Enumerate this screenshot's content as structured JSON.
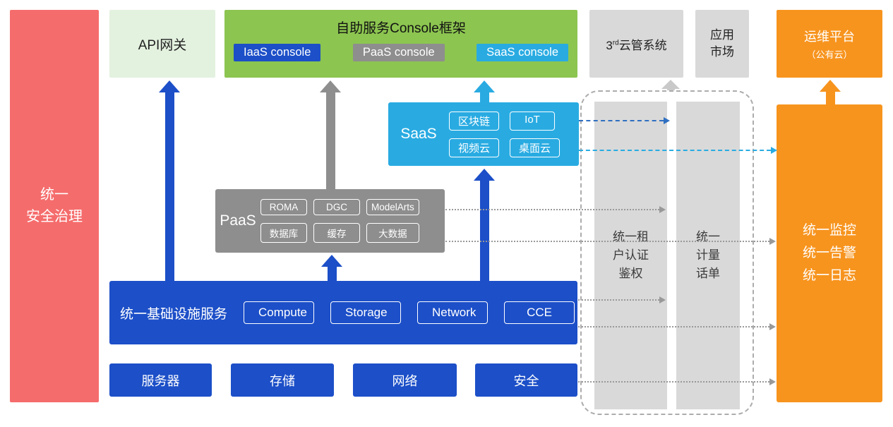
{
  "colors": {
    "red": "#F56C6C",
    "lightgreen": "#E3F1DF",
    "green": "#8CC550",
    "blue": "#1C4FC8",
    "cyan": "#29ABE2",
    "gray": "#8E8E8E",
    "lightgray": "#D9D9D9",
    "orange": "#F7941E",
    "linegray": "#999999"
  },
  "left_bar": {
    "lines": [
      "统一",
      "安全治理"
    ]
  },
  "top": {
    "api_gateway": {
      "label": "API网关"
    },
    "console_frame": {
      "title": "自助服务Console框架",
      "iaas": "IaaS console",
      "paas": "PaaS console",
      "saas": "SaaS console"
    },
    "third_party": {
      "prefix": "3",
      "sup": "rd",
      "rest": "云管系统"
    },
    "app_market": {
      "lines": [
        "应用",
        "市场"
      ]
    },
    "om_platform": {
      "line1": "运维平台",
      "line2": "（公有云）"
    }
  },
  "saas": {
    "label": "SaaS",
    "chips": [
      "区块链",
      "IoT",
      "视频云",
      "桌面云"
    ]
  },
  "paas": {
    "label": "PaaS",
    "chips": [
      "ROMA",
      "DGC",
      "ModelArts",
      "数据库",
      "缓存",
      "大数据"
    ]
  },
  "infra": {
    "label": "统一基础设施服务",
    "chips": [
      "Compute",
      "Storage",
      "Network",
      "CCE"
    ]
  },
  "bottom_row": [
    "服务器",
    "存储",
    "网络",
    "安全"
  ],
  "right": {
    "auth_bar": {
      "lines": [
        "统一租",
        "户认证",
        "鉴权"
      ]
    },
    "metering_bar": {
      "lines": [
        "统一",
        "计量",
        "话单"
      ]
    },
    "monitor_box": {
      "lines": [
        "统一监控",
        "统一告警",
        "统一日志"
      ]
    }
  }
}
